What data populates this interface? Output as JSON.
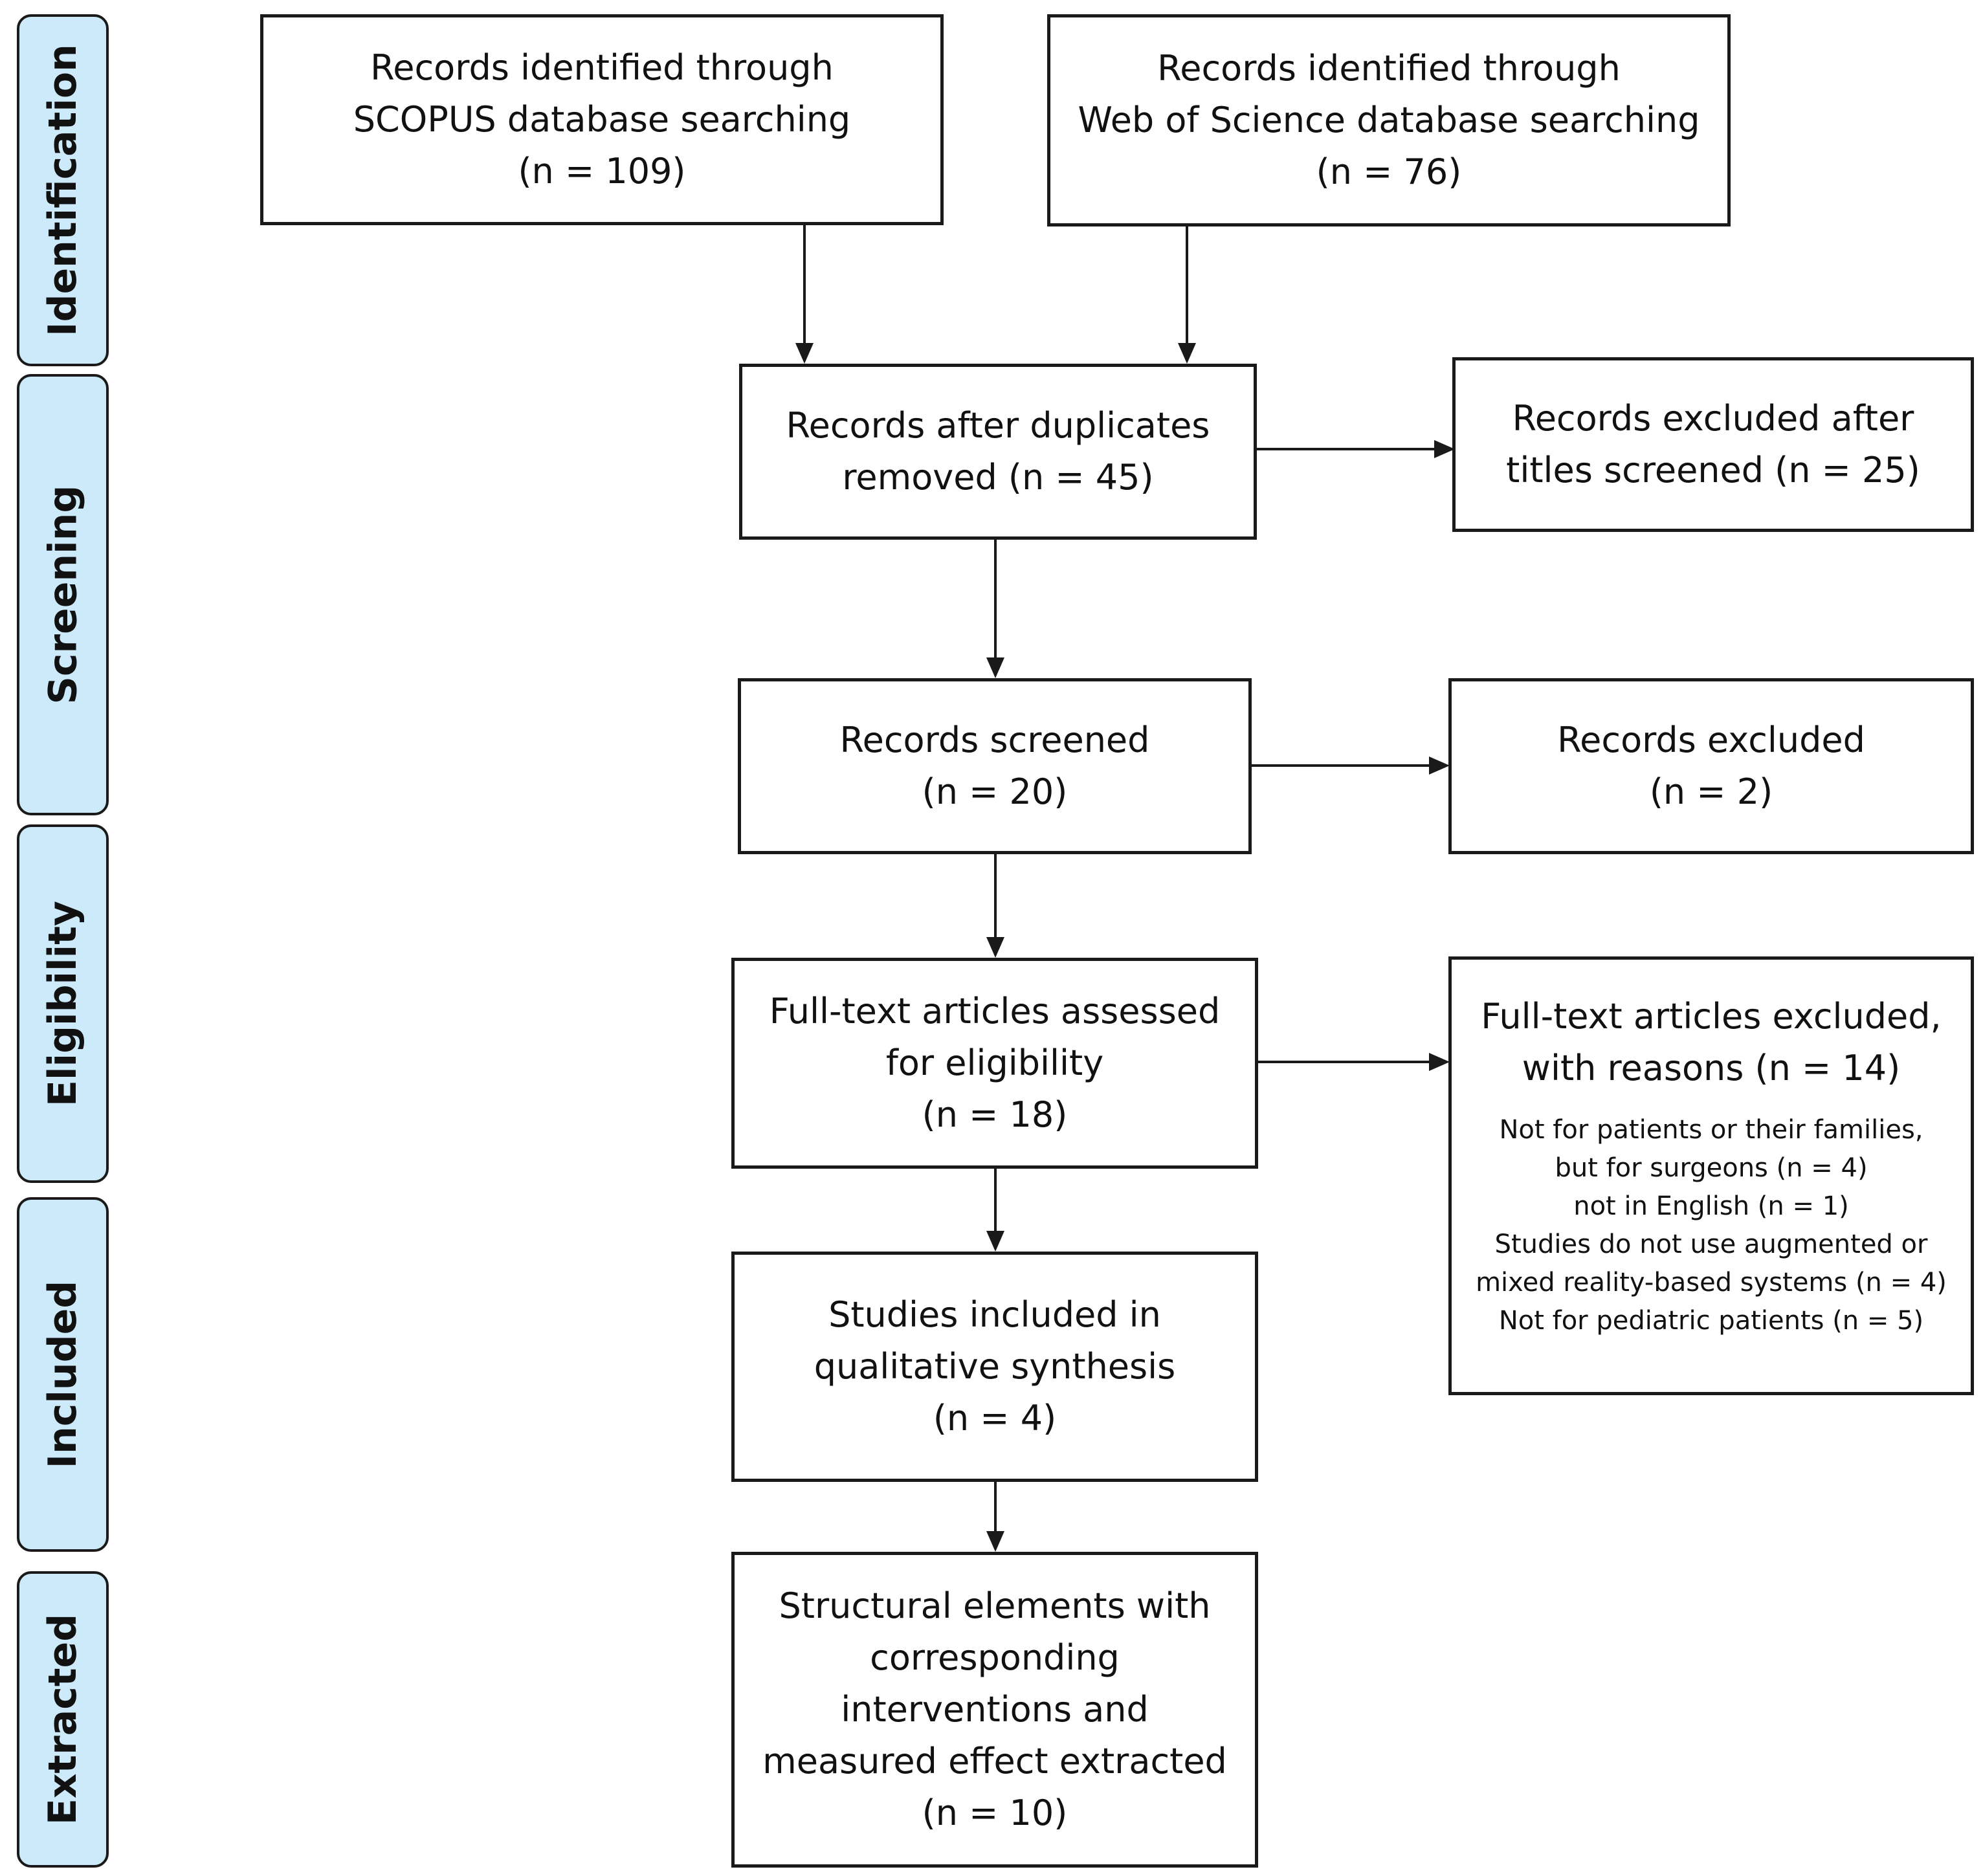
{
  "phases": [
    "Identification",
    "Screening",
    "Eligibility",
    "Included",
    "Extracted"
  ],
  "boxes": {
    "scopus": [
      "Records identified through",
      "SCOPUS database searching",
      "(n = 109)"
    ],
    "wos": [
      "Records identified through",
      "Web of Science database searching",
      "(n = 76)"
    ],
    "duplicates_removed": [
      "Records after duplicates",
      "removed (n = 45)"
    ],
    "titles_excluded": [
      "Records excluded after",
      "titles screened (n = 25)"
    ],
    "screened": [
      "Records screened",
      "(n = 20)"
    ],
    "screened_excluded": [
      "Records excluded",
      "(n = 2)"
    ],
    "fulltext_assessed": [
      "Full-text articles assessed",
      "for eligibility",
      "(n = 18)"
    ],
    "fulltext_excluded": [
      "Full-text articles excluded,",
      "with reasons (n = 14)"
    ],
    "fulltext_excluded_reasons": [
      "Not for patients or their families,",
      "but for surgeons (n = 4)",
      "not in English (n = 1)",
      "Studies do not use augmented or",
      "mixed reality-based systems (n = 4)",
      "Not for pediatric patients (n = 5)"
    ],
    "included": [
      "Studies included in",
      "qualitative synthesis",
      "(n = 4)"
    ],
    "extracted": [
      "Structural elements with",
      "corresponding",
      "interventions and",
      "measured effect extracted",
      "(n = 10)"
    ]
  }
}
